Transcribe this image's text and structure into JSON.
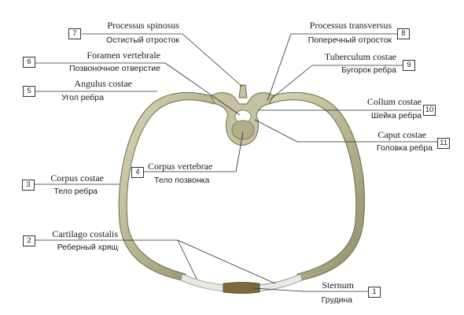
{
  "labels": [
    {
      "id": "7",
      "latin": "Processus spinosus",
      "russian": "Остистый отросток"
    },
    {
      "id": "8",
      "latin": "Processus transversus",
      "russian": "Поперечный отросток"
    },
    {
      "id": "6",
      "latin": "Foramen vertebrale",
      "russian": "Позвоночное отверстие"
    },
    {
      "id": "9",
      "latin": "Tuberculum costae",
      "russian": "Бугорок ребра"
    },
    {
      "id": "5",
      "latin": "Angulus costae",
      "russian": "Угол ребра"
    },
    {
      "id": "10",
      "latin": "Collum costae",
      "russian": "Шейка ребра"
    },
    {
      "id": "11",
      "latin": "Caput costae",
      "russian": "Головка ребра"
    },
    {
      "id": "4",
      "latin": "Corpus vertebrae",
      "russian": "Тело позвонка"
    },
    {
      "id": "3",
      "latin": "Corpus costae",
      "russian": "Тело ребра"
    },
    {
      "id": "2",
      "latin": "Cartilago costalis",
      "russian": "Реберный хрящ"
    },
    {
      "id": "1",
      "latin": "Sternum",
      "russian": "Грудина"
    }
  ],
  "colors": {
    "bone": "#c9c7a4",
    "bone_shadow": "#8f8c68",
    "cartilage": "#e8e9e4",
    "leader": "#2b2b2b"
  }
}
